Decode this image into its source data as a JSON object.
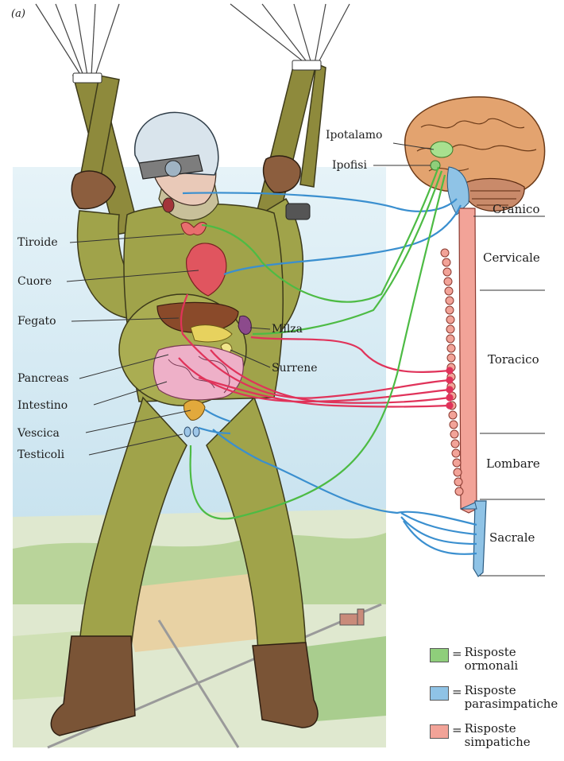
{
  "panel_letter": "(a)",
  "organs": {
    "tiroide": "Tiroide",
    "cuore": "Cuore",
    "fegato": "Fegato",
    "pancreas": "Pancreas",
    "intestino": "Intestino",
    "vescica": "Vescica",
    "testicoli": "Testicoli",
    "milza": "Milza",
    "surrene": "Surrene"
  },
  "brain": {
    "ipotalamo": "Ipotalamo",
    "ipofisi": "Ipofisi"
  },
  "spinal_regions": {
    "cranico": "Cranico",
    "cervicale": "Cervicale",
    "toracico": "Toracico",
    "lombare": "Lombare",
    "sacrale": "Sacrale"
  },
  "legend": [
    {
      "color": "#8fce7b",
      "eq": "=",
      "line1": "Risposte",
      "line2": "ormonali"
    },
    {
      "color": "#8fc3e6",
      "eq": "=",
      "line1": "Risposte",
      "line2": "parasimpatiche"
    },
    {
      "color": "#f2a398",
      "eq": "=",
      "line1": "Risposte",
      "line2": "simpatiche"
    }
  ],
  "colors": {
    "hormonal": "#4dbb44",
    "parasympathetic": "#3a8fcf",
    "sympathetic": "#e0335a",
    "suit": "#a0a34a",
    "sky": "#d7ecf4",
    "spine": "#f2a398",
    "brain": "#e3a36f"
  }
}
